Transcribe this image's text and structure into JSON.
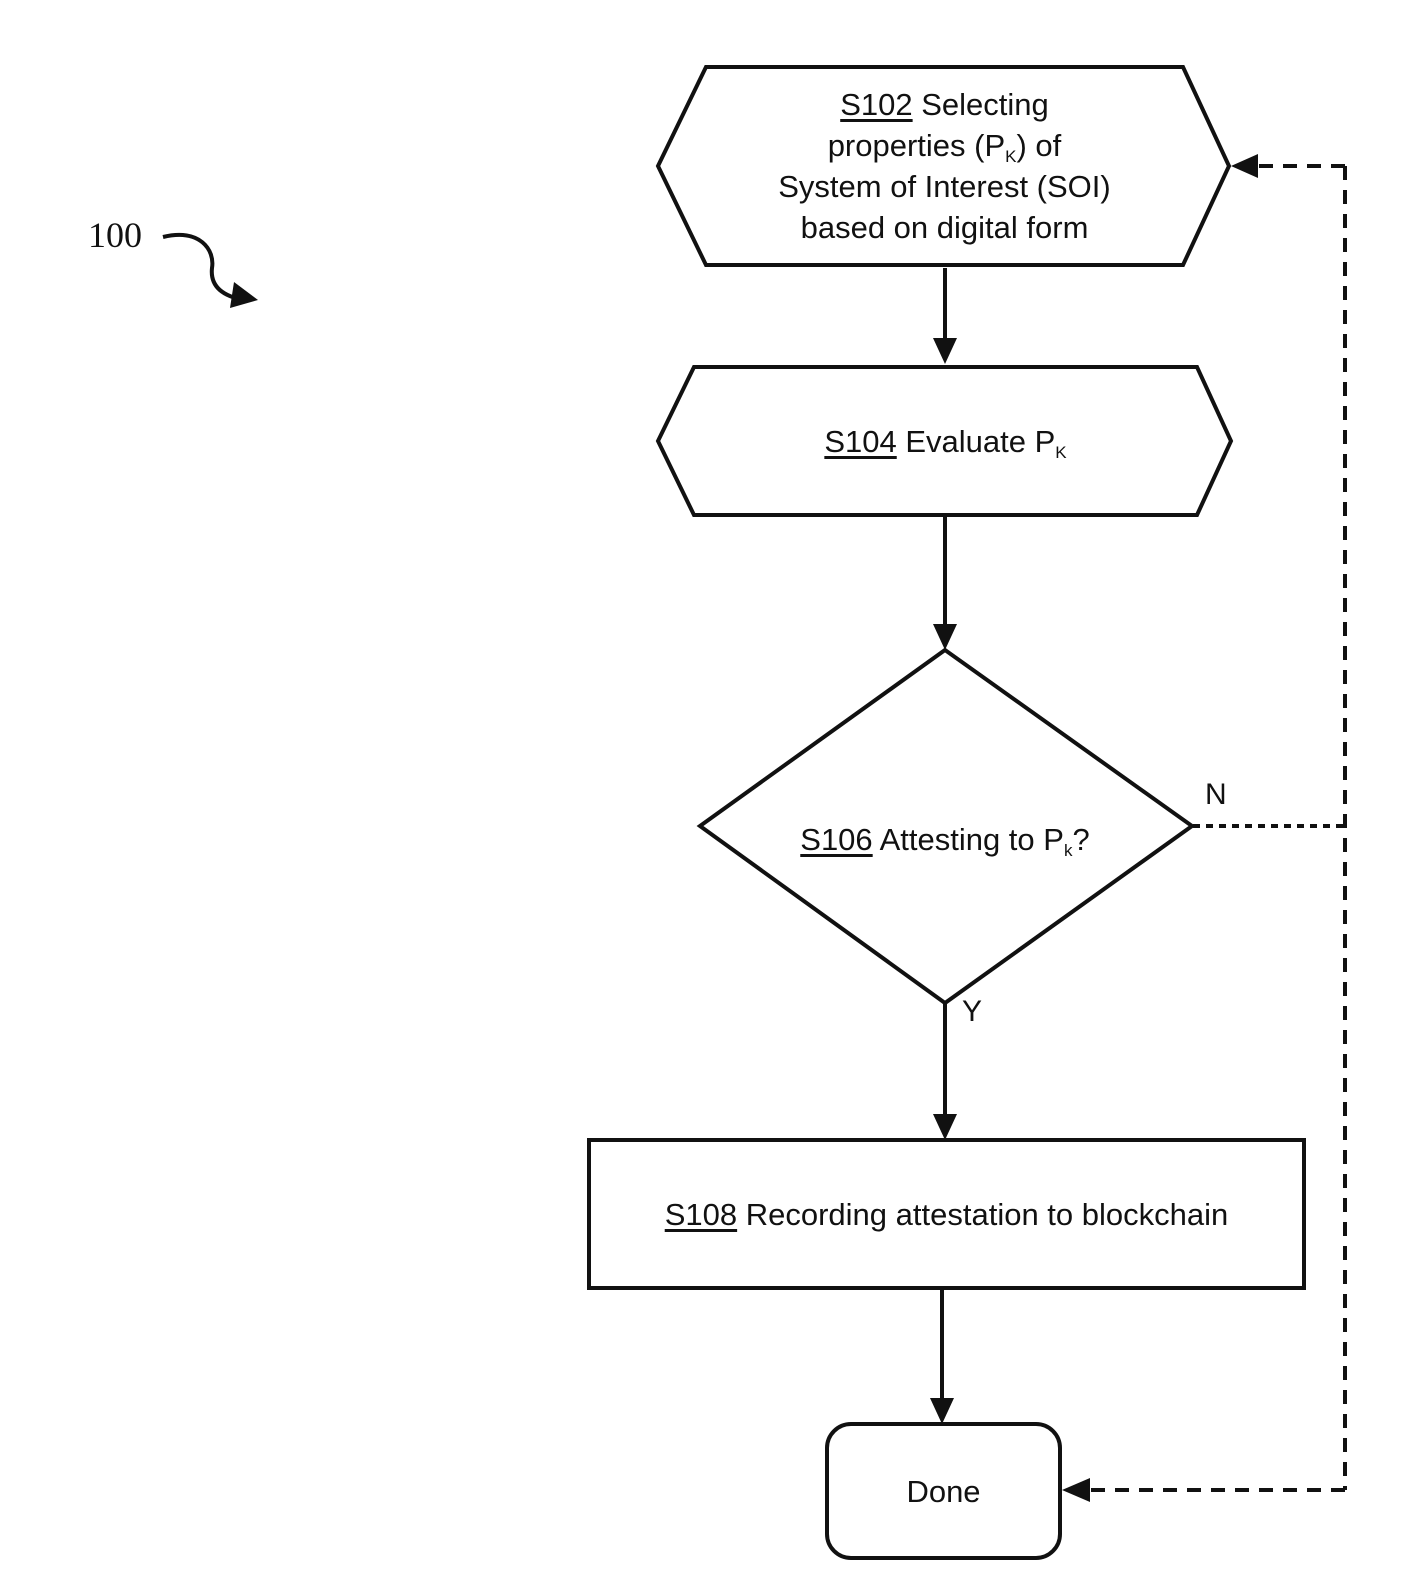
{
  "figure_ref": "100",
  "steps": {
    "s102": {
      "id": "S102",
      "line1_rest": " Selecting",
      "line2_pre": "properties (P",
      "line2_sub": "K",
      "line2_post": ") of",
      "line3": "System of Interest (SOI)",
      "line4": "based on digital form"
    },
    "s104": {
      "id": "S104",
      "text": " Evaluate P",
      "sub": "K"
    },
    "s106": {
      "id": "S106",
      "text": " Attesting to P",
      "sub": "k",
      "post": "?"
    },
    "s108": {
      "id": "S108",
      "text": " Recording attestation to blockchain"
    },
    "done": {
      "text": "Done"
    }
  },
  "branches": {
    "no": "N",
    "yes": "Y"
  }
}
